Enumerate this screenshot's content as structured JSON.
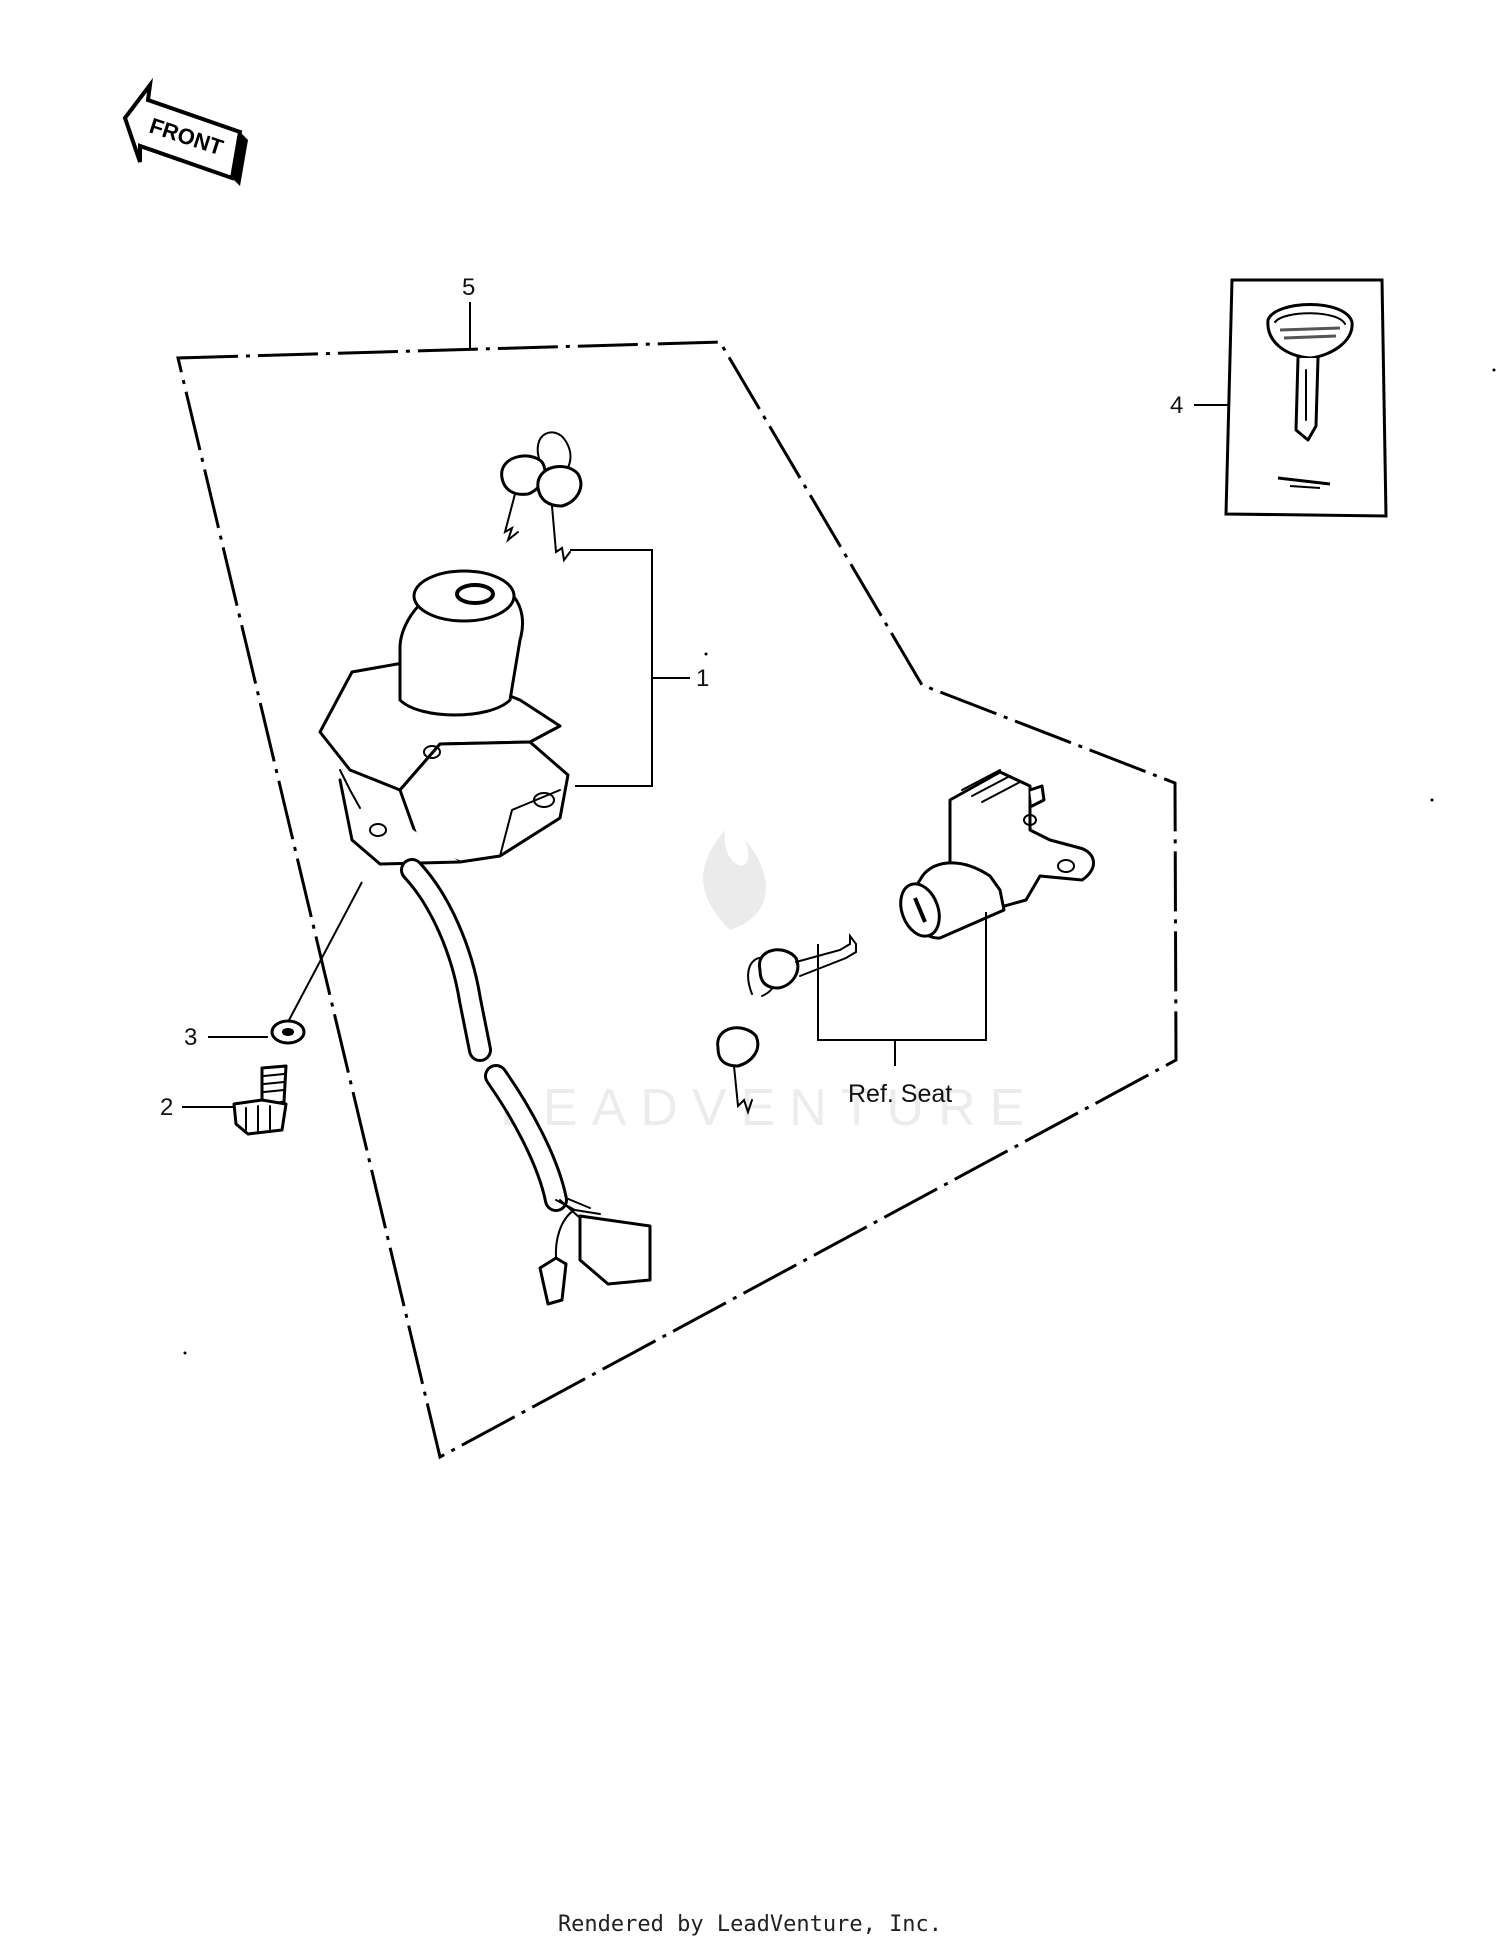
{
  "front_label": "FRONT",
  "callouts": {
    "c1": "1",
    "c2": "2",
    "c3": "3",
    "c4": "4",
    "c5": "5"
  },
  "ref_seat": "Ref. Seat",
  "watermark": "LEADVENTURE",
  "footer": "Rendered by LeadVenture, Inc."
}
